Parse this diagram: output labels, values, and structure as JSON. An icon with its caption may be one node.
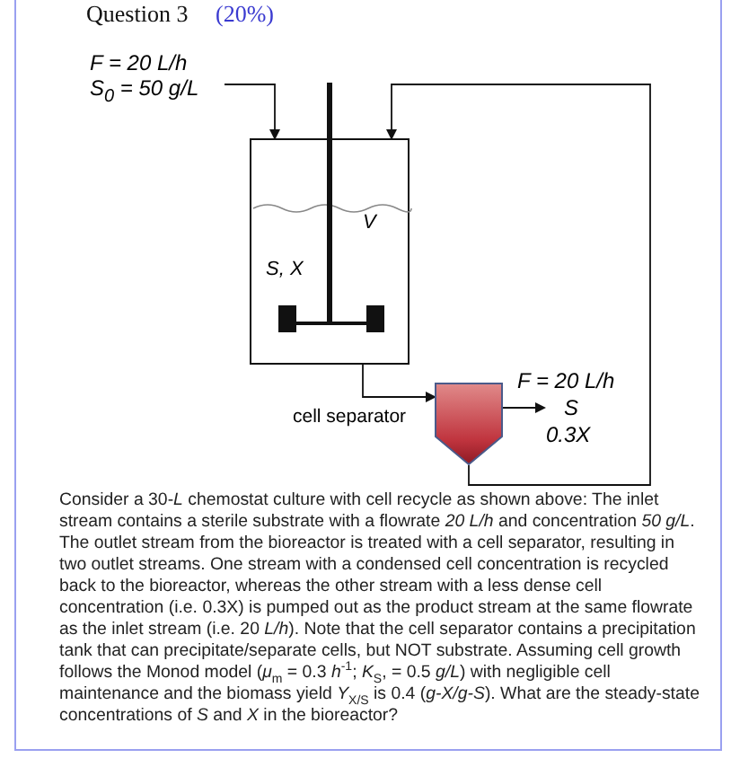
{
  "diagram": {
    "nodes": [
      {
        "text": [
          "F = 20 L/h",
          "S$_{0}$ = 50 g/L"
        ]
      },
      {
        "text": [
          "V",
          "S, X"
        ]
      },
      {
        "text": [
          "cell separator"
        ]
      },
      {
        "text": [
          "F = 20 L/h",
          "S",
          "0.3X"
        ]
      }
    ],
    "edges": [
      {
        "from": 0,
        "to": 1,
        "arrow": "to"
      },
      {
        "from": 1,
        "to": 2,
        "arrow": "to"
      },
      {
        "from": 2,
        "to": 3,
        "arrow": "to"
      },
      {
        "from": 2,
        "to": 1,
        "arrow": "to"
      }
    ],
    "labels": [
      "Question 3",
      "(20%)",
      "Consider a 30-*L* chemostat culture with cell recycle as shown above: The inlet stream contains a sterile substrate with a flowrate *20 L/h* and concentration *50 g/L*. The outlet stream from the bioreactor is treated with a cell separator, resulting in two outlet streams. One stream with a condensed cell concentration is recycled back to the bioreactor, whereas the other stream with a less dense cell concentration (i.e. 0.3X) is pumped out as the product stream at the same flowrate as the inlet stream (i.e. 20 *L/h*). Note that the cell separator contains a precipitation tank that can precipitate/separate cells, but NOT substrate. Assuming cell growth follows the Monod model (*μ*$_{m}$ = 0.3 *h*$^{-1}$; *K*$_{S}$, = 0.5 *g/L*) with negligible cell maintenance and the biomass yield *Y*$_{X/S}$ is 0.4 (*g-X/g-S*). What are the steady-state concentrations of *S* and *X* in the bioreactor?"
    ]
  }
}
